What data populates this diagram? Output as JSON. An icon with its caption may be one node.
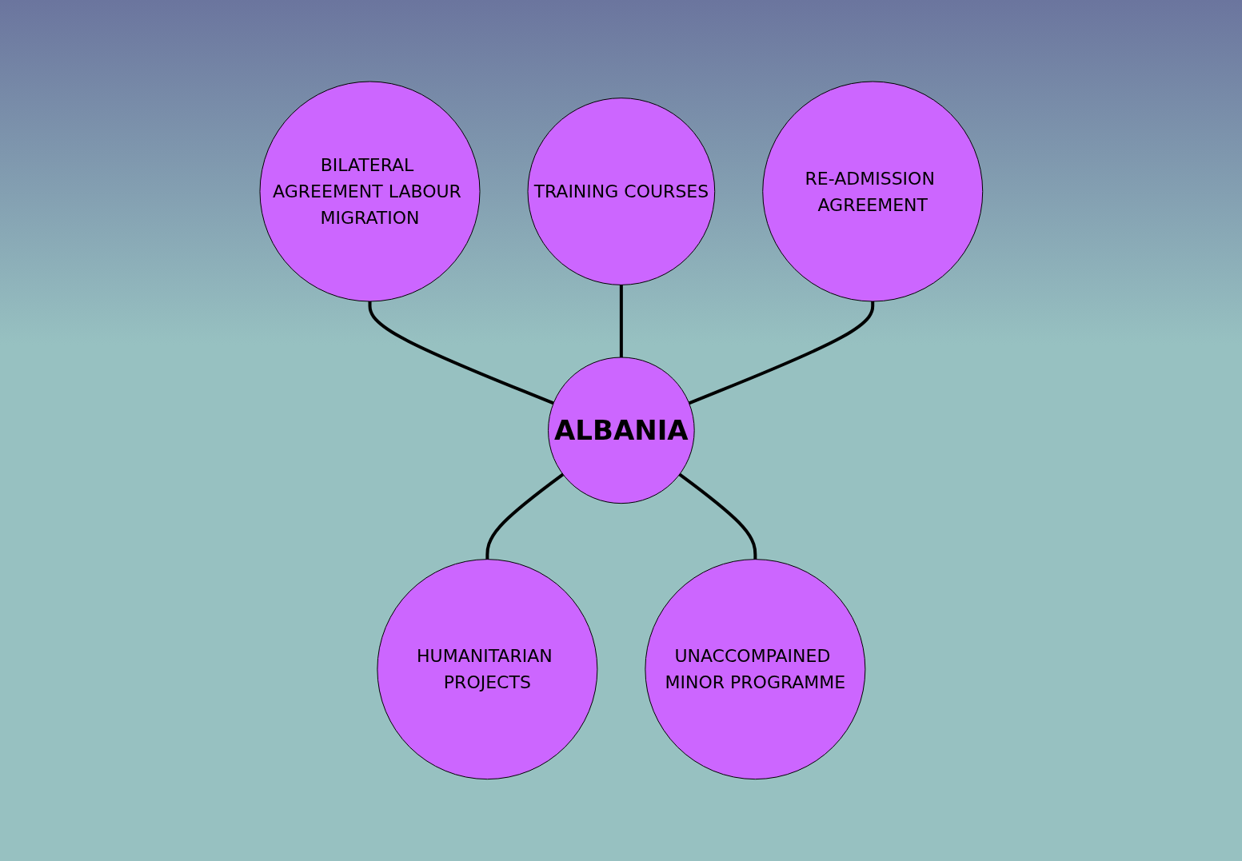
{
  "diagram": {
    "nodes": [
      {
        "text": [
          "BILATERAL AGREEMENT LABOUR MIGRATION"
        ]
      },
      {
        "text": [
          "TRAINING COURSES"
        ]
      },
      {
        "text": [
          "RE-ADMISSION AGREEMENT"
        ]
      },
      {
        "text": [
          "ALBANIA"
        ]
      },
      {
        "text": [
          "HUMANITARIAN PROJECTS"
        ]
      },
      {
        "text": [
          "UNACCOMPAINED MINOR PROGRAMME"
        ]
      }
    ],
    "edges": [
      {
        "from": 0,
        "to": 3,
        "arrow": "none"
      },
      {
        "from": 1,
        "to": 3,
        "arrow": "none"
      },
      {
        "from": 2,
        "to": 3,
        "arrow": "none"
      },
      {
        "from": 3,
        "to": 4,
        "arrow": "none"
      },
      {
        "from": 3,
        "to": 5,
        "arrow": "none"
      }
    ]
  }
}
